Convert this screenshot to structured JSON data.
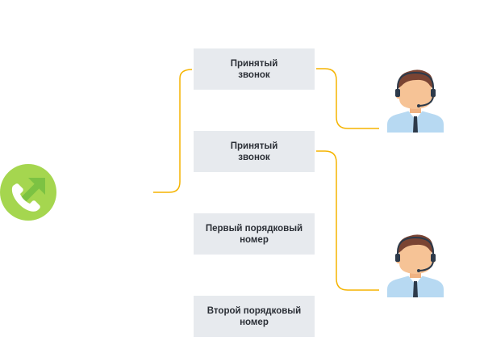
{
  "diagram": {
    "boxes": [
      {
        "label": "Принятый\nзвонок"
      },
      {
        "label": "Принятый\nзвонок"
      },
      {
        "label": "Первый порядковый\nномер"
      },
      {
        "label": "Второй порядковый\nномер"
      }
    ],
    "incoming_call_icon": "phone-incoming-icon",
    "operator_icon": "call-center-operator-icon",
    "colors": {
      "connector": "#f5b400",
      "box_fill": "#e7eaee",
      "phone_circle": "#a5d64f",
      "phone_arrow": "#7cc243"
    }
  }
}
